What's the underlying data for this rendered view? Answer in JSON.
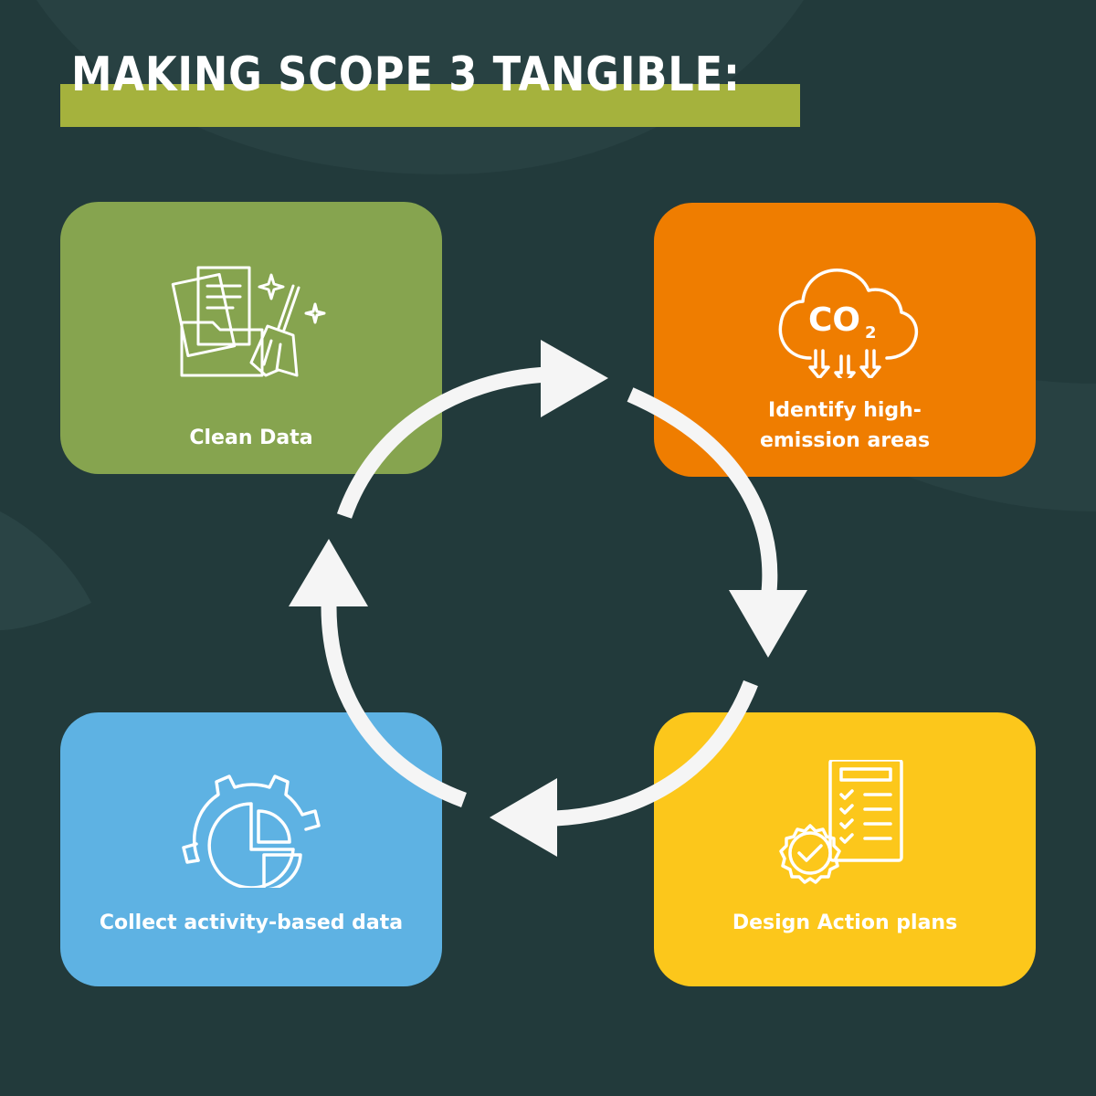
{
  "title": "MAKING SCOPE 3 TANGIBLE:",
  "colors": {
    "background": "#223a3b",
    "title_bar": "#a5b23d",
    "clean_data": "#86a44f",
    "identify": "#ef7d00",
    "collect": "#5eb2e3",
    "design": "#fcc71b",
    "arrows": "#f5f5f5"
  },
  "steps": [
    {
      "id": "clean",
      "label": "Clean Data",
      "icon": "folder-broom-icon"
    },
    {
      "id": "identify",
      "label_line1": "Identify high-",
      "label_line2": "emission areas",
      "icon": "co2-cloud-icon",
      "co2": "CO",
      "co2_sub": "2"
    },
    {
      "id": "design",
      "label": "Design Action plans",
      "icon": "checklist-badge-icon"
    },
    {
      "id": "collect",
      "label": "Collect activity-based data",
      "icon": "gear-pie-chart-icon"
    }
  ]
}
